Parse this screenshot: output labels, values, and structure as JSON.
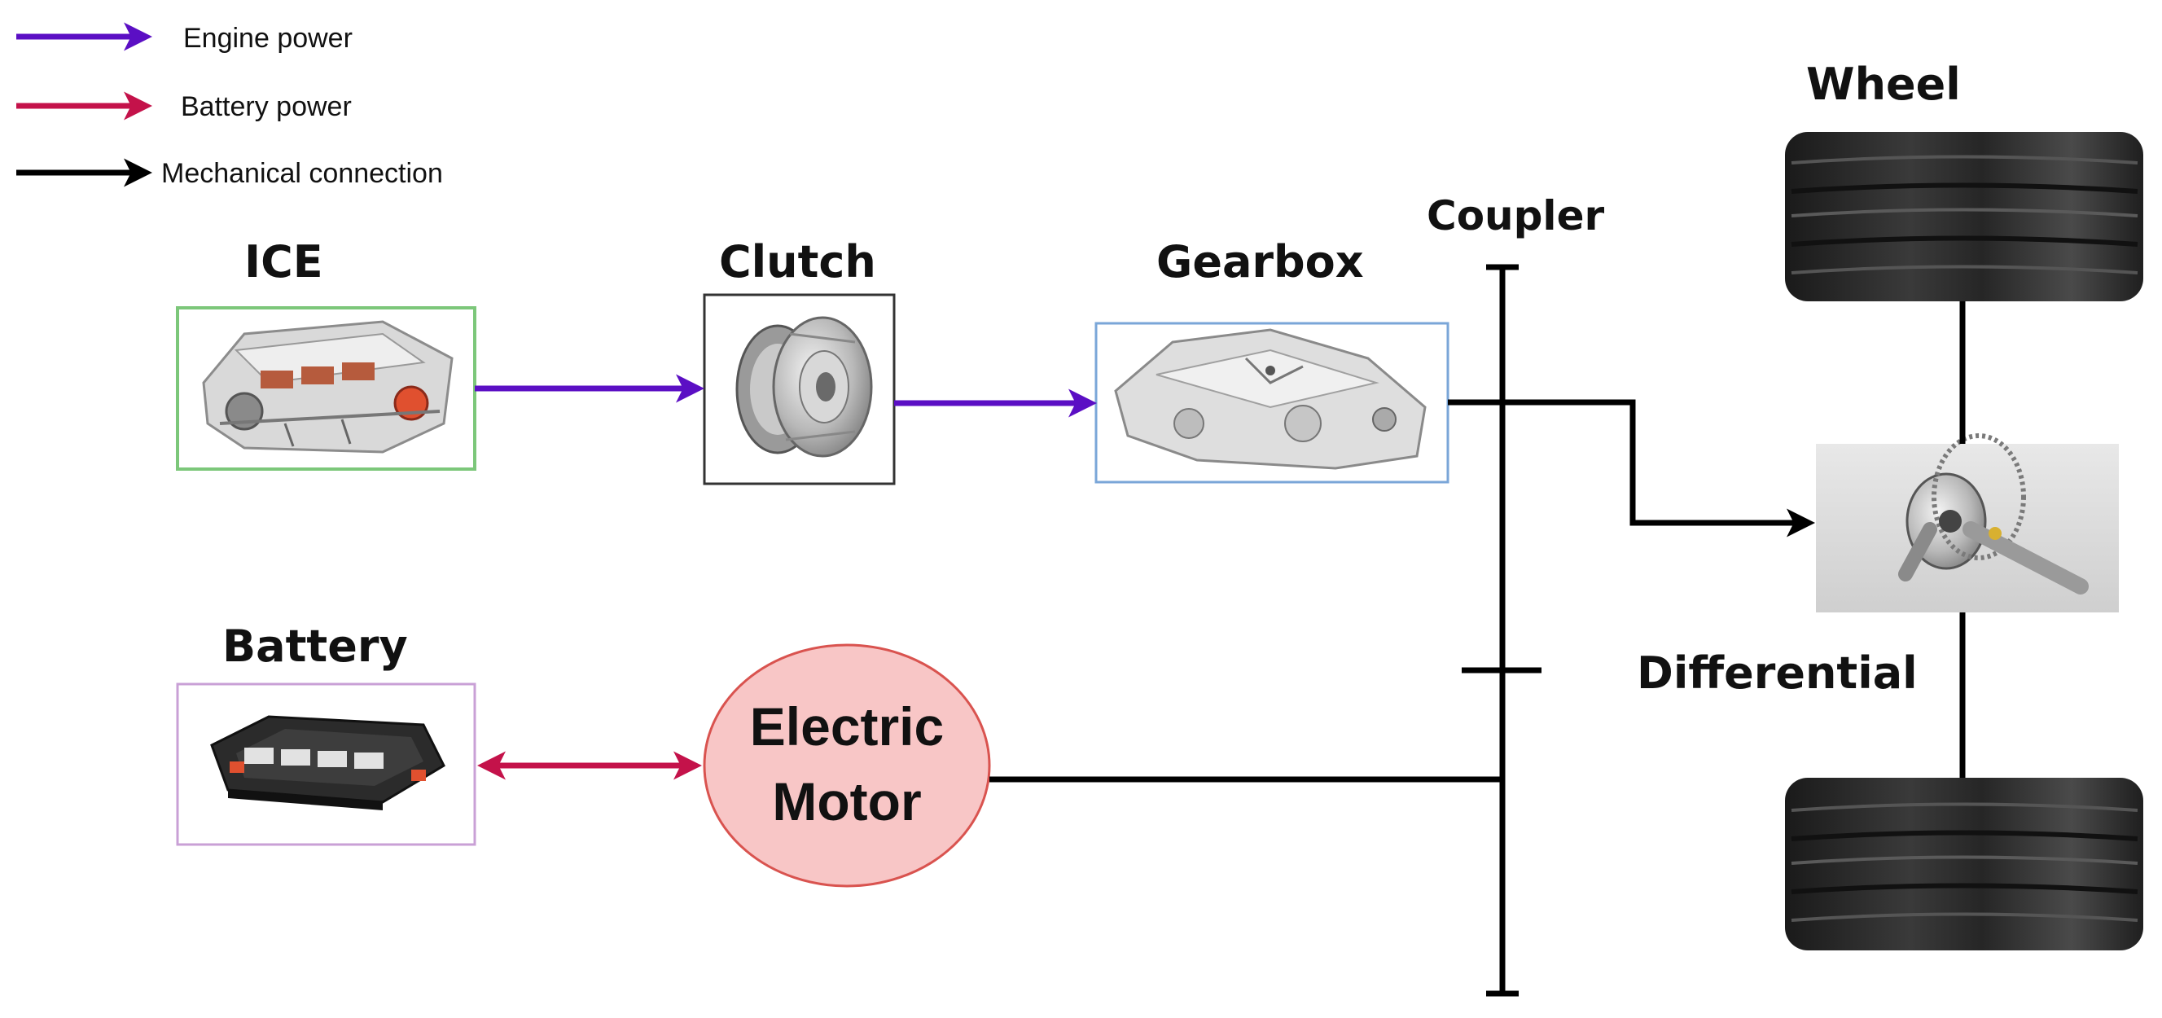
{
  "legend": {
    "engine_power": "Engine power",
    "battery_power": "Battery power",
    "mechanical_connection": "Mechanical connection"
  },
  "components": {
    "ice": "ICE",
    "clutch": "Clutch",
    "gearbox": "Gearbox",
    "coupler": "Coupler",
    "wheel": "Wheel",
    "differential": "Differential",
    "battery": "Battery",
    "motor_line1": "Electric",
    "motor_line2": "Motor"
  },
  "colors": {
    "engine_power": "#5b0fc4",
    "battery_power": "#c4124a",
    "mechanical": "#000000",
    "ice_border": "#7cc77a",
    "clutch_border": "#333333",
    "gearbox_border": "#7aa6d8",
    "battery_border": "#c9a0d6",
    "motor_fill": "#f8c6c6",
    "motor_border": "#d9534f"
  },
  "icons": [
    "engine-image",
    "clutch-image",
    "gearbox-image",
    "battery-pack-image",
    "differential-image",
    "tire-image"
  ]
}
